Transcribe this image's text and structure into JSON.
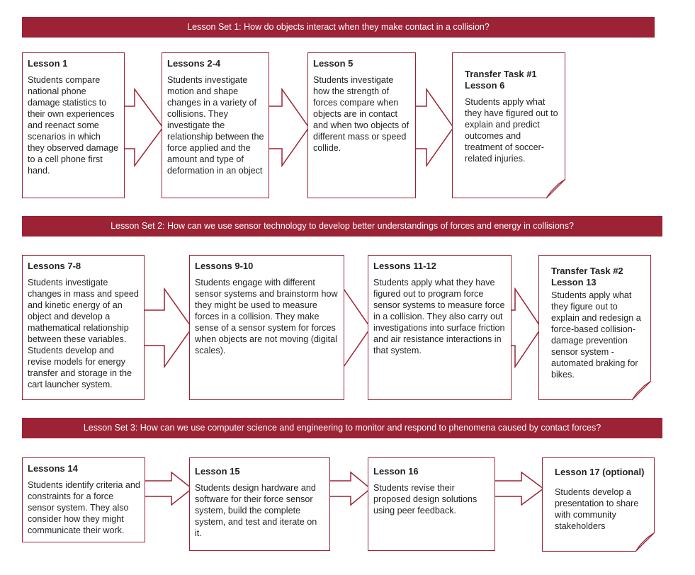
{
  "sets": [
    {
      "banner": "Lesson Set 1: How do objects interact when they make contact in a collision?",
      "cards": [
        {
          "title": "Lesson 1",
          "body": "Students compare national phone damage statistics to their own experiences and reenact some scenarios in which they observed damage to a cell phone first hand."
        },
        {
          "title": "Lessons 2-4",
          "body": "Students investigate motion and shape changes in a variety of collisions. They investigate the relationship between the force applied and the amount and type of deformation in an object"
        },
        {
          "title": "Lesson 5",
          "body": "Students investigate how the strength of forces compare when objects are in contact and when two objects of different mass or speed collide."
        },
        {
          "title": "Transfer Task #1\nLesson 6",
          "body": "Students apply what they have figured out to explain and predict outcomes and treatment of soccer-related injuries."
        }
      ]
    },
    {
      "banner": "Lesson Set 2:  How can we use sensor technology to develop better understandings of forces and energy in collisions?",
      "cards": [
        {
          "title": "Lessons 7-8",
          "body": "Students investigate changes in mass and speed and kinetic energy of an object and develop a mathematical relationship between these variables. Students develop and revise models for energy transfer and storage in the cart launcher system."
        },
        {
          "title": "Lessons 9-10",
          "body": "Students engage with different sensor systems and brainstorm how they might be used to measure forces in a collision. They make sense of a sensor system for forces when objects are not moving (digital scales)."
        },
        {
          "title": "Lessons 11-12",
          "body": "Students apply what they have figured out to program force sensor systems to measure force in a collision. They also carry out investigations into surface friction and air resistance interactions in that system."
        },
        {
          "title": "Transfer Task #2\nLesson 13",
          "body": "Students apply what they figure out to explain and redesign a force-based collision-damage prevention sensor system - automated braking for bikes."
        }
      ]
    },
    {
      "banner": "Lesson Set 3: How can we use computer science and engineering to monitor and respond to phenomena caused by contact forces?",
      "cards": [
        {
          "title": "Lessons 14",
          "body": "Students identify criteria and constraints for a force sensor system. They also consider how they might communicate their work."
        },
        {
          "title": "Lesson 15",
          "body": "Students design hardware and software for their force sensor system, build the complete system, and test and iterate on it."
        },
        {
          "title": "Lesson 16",
          "body": "Students revise their proposed design solutions using peer feedback."
        },
        {
          "title": "Lesson 17 (optional)",
          "body": "Students develop a presentation to share with community stakeholders"
        }
      ]
    }
  ],
  "colors": {
    "accent": "#9b2335",
    "fold": "#c8c8c8",
    "text": "#231f20"
  }
}
